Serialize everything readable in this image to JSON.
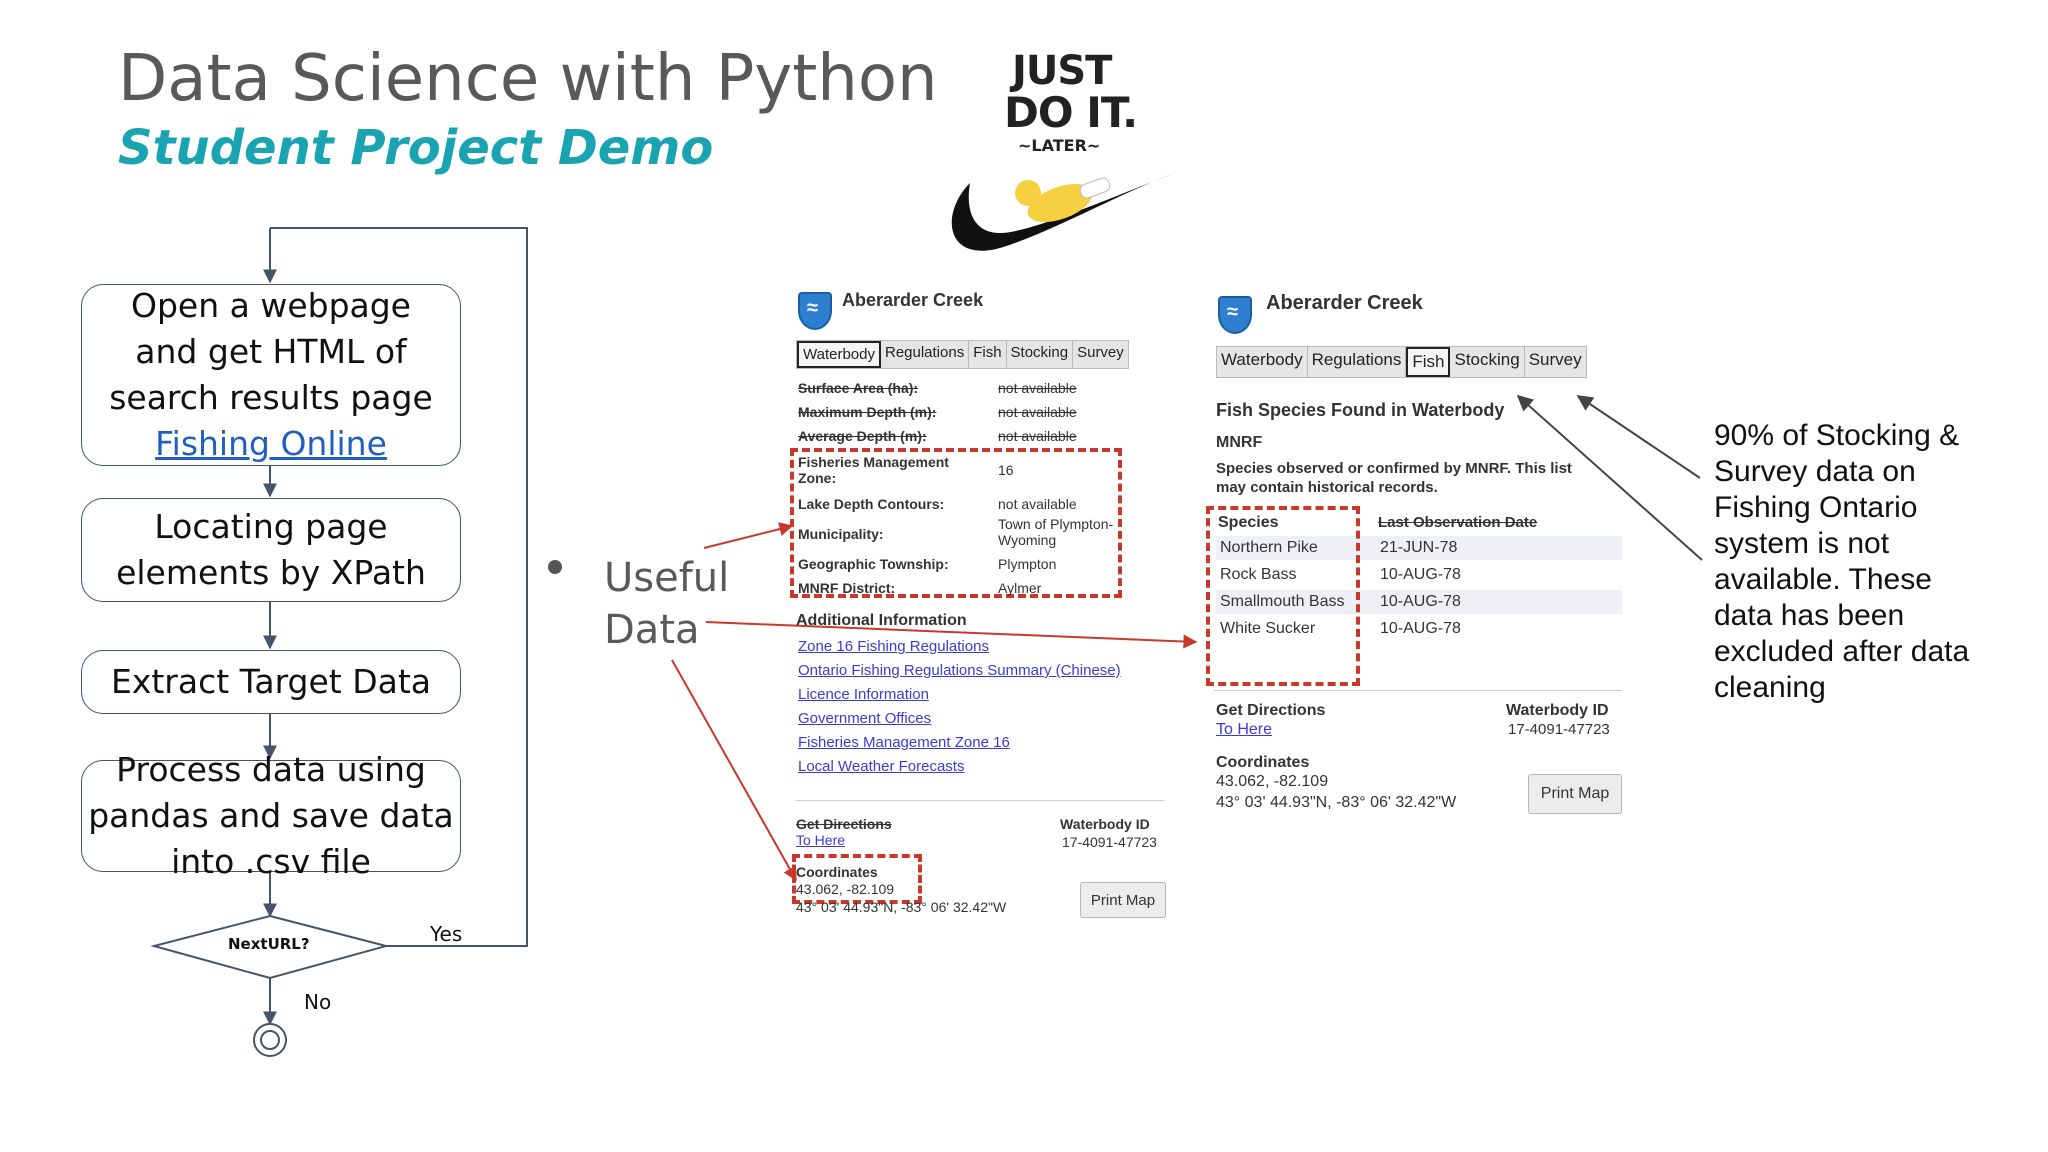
{
  "slide": {
    "title": "Data Science with Python",
    "subtitle": "Student Project Demo"
  },
  "logo": {
    "line1": "JUST",
    "line2": "DO IT.",
    "line3": "~LATER~"
  },
  "flowchart": {
    "step1_lines": [
      "Open a webpage",
      "and get HTML of",
      "search results page"
    ],
    "step1_link": "Fishing Online",
    "step2_lines": [
      "Locating page",
      "elements by XPath"
    ],
    "step3": "Extract Target Data",
    "step4_lines": [
      "Process data using",
      "pandas and save data",
      "into .csv file"
    ],
    "decision": "NextURL?",
    "yes_label": "Yes",
    "no_label": "No"
  },
  "useful": {
    "line1": "Useful",
    "line2": "Data"
  },
  "left_page": {
    "title": "Aberarder Creek",
    "tabs": [
      "Waterbody",
      "Regulations",
      "Fish",
      "Stocking",
      "Survey"
    ],
    "rows": [
      {
        "label": "Surface Area (ha):",
        "value": "not available"
      },
      {
        "label": "Maximum Depth (m):",
        "value": "not available"
      },
      {
        "label": "Average Depth (m):",
        "value": "not available"
      }
    ],
    "boxed_rows": [
      {
        "label": "Fisheries Management Zone:",
        "value": "16"
      },
      {
        "label": "Lake Depth Contours:",
        "value": "not available"
      },
      {
        "label": "Municipality:",
        "value": "Town of Plympton-Wyoming"
      },
      {
        "label": "Geographic Township:",
        "value": "Plympton"
      },
      {
        "label": "MNRF District:",
        "value": "Aylmer"
      }
    ],
    "additional_heading": "Additional Information",
    "links": [
      "Zone 16 Fishing Regulations",
      "Ontario Fishing Regulations Summary (Chinese)",
      "Licence Information",
      "Government Offices",
      "Fisheries Management Zone 16",
      "Local Weather Forecasts"
    ],
    "get_directions": "Get Directions",
    "to_here": "To Here",
    "waterbody_id_label": "Waterbody ID",
    "waterbody_id": "17-4091-47723",
    "coordinates_label": "Coordinates",
    "coordinates_decimal": "43.062, -82.109",
    "coordinates_dms": "43° 03' 44.93\"N, -83° 06' 32.42\"W",
    "print_map": "Print Map"
  },
  "right_page": {
    "title": "Aberarder Creek",
    "tabs": [
      "Waterbody",
      "Regulations",
      "Fish",
      "Stocking",
      "Survey"
    ],
    "section_heading": "Fish Species Found in Waterbody",
    "source": "MNRF",
    "note_line1": "Species observed or confirmed by MNRF. This list",
    "note_line2": "may contain historical records.",
    "col_species": "Species",
    "col_date": "Last Observation Date",
    "species": [
      {
        "name": "Northern Pike",
        "date": "21-JUN-78"
      },
      {
        "name": "Rock Bass",
        "date": "10-AUG-78"
      },
      {
        "name": "Smallmouth Bass",
        "date": "10-AUG-78"
      },
      {
        "name": "White Sucker",
        "date": "10-AUG-78"
      }
    ],
    "get_directions": "Get Directions",
    "to_here": "To Here",
    "waterbody_id_label": "Waterbody ID",
    "waterbody_id": "17-4091-47723",
    "coordinates_label": "Coordinates",
    "coordinates_decimal": "43.062, -82.109",
    "coordinates_dms": "43° 03' 44.93\"N, -83° 06' 32.42\"W",
    "print_map": "Print Map"
  },
  "side_note": {
    "lines": [
      "90% of Stocking &",
      "Survey data on",
      "Fishing Ontario",
      "system is not",
      "available. These",
      "data has been",
      "excluded after data",
      "cleaning"
    ]
  },
  "colors": {
    "title_gray": "#595959",
    "subtitle_teal": "#1aa3b0",
    "highlight_red": "#c8392b",
    "link_blue": "#3a3ad8"
  }
}
